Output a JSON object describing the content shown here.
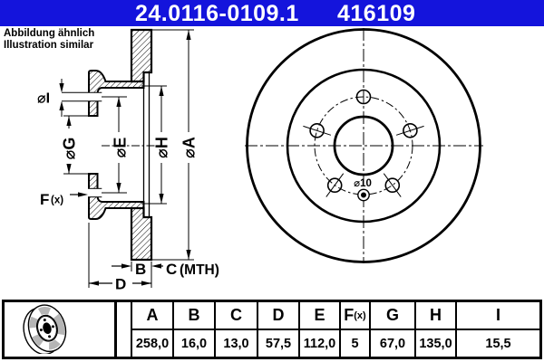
{
  "header": {
    "part_number": "24.0116-0109.1",
    "catalog_number": "416109",
    "bar_color": "#1414dc"
  },
  "note": {
    "line1": "Abbildung ähnlich",
    "line2": "Illustration similar"
  },
  "section_view": {
    "labels": {
      "dia_a": "⌀A",
      "dia_h": "⌀H",
      "dia_e": "⌀E",
      "dia_g": "⌀G",
      "dia_i": "⌀I",
      "f_label": "F",
      "f_suffix": "(x)",
      "b_label": "B",
      "c_label": "C",
      "c_suffix": "(MTH)",
      "d_label": "D"
    }
  },
  "front_view": {
    "center_hole_label": "⌀10"
  },
  "table": {
    "columns": [
      {
        "label": "A",
        "suffix": "",
        "value": "258,0"
      },
      {
        "label": "B",
        "suffix": "",
        "value": "16,0"
      },
      {
        "label": "C",
        "suffix": "",
        "value": "13,0"
      },
      {
        "label": "D",
        "suffix": "",
        "value": "57,5"
      },
      {
        "label": "E",
        "suffix": "",
        "value": "112,0"
      },
      {
        "label": "F",
        "suffix": "(x)",
        "value": "5"
      },
      {
        "label": "G",
        "suffix": "",
        "value": "67,0"
      },
      {
        "label": "H",
        "suffix": "",
        "value": "135,0"
      },
      {
        "label": "I",
        "suffix": "",
        "value": "15,5"
      }
    ]
  }
}
